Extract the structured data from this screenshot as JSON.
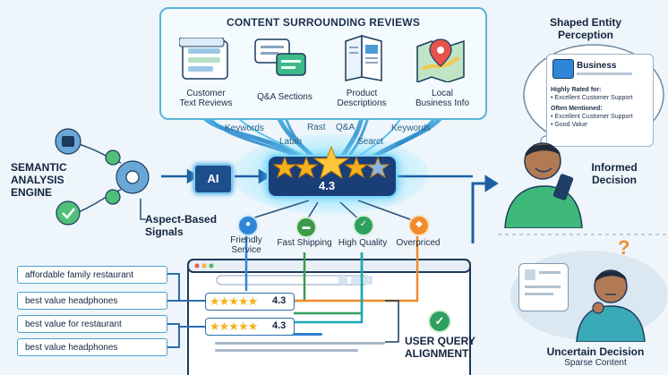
{
  "top": {
    "title": "CONTENT SURROUNDING REVIEWS"
  },
  "sources": [
    {
      "icon": "reviews-doc-icon",
      "label": "Customer\nText Reviews"
    },
    {
      "icon": "chat-bubbles-icon",
      "label": "Q&A Sections"
    },
    {
      "icon": "open-book-icon",
      "label": "Product\nDescriptions"
    },
    {
      "icon": "map-pin-icon",
      "label": "Local\nBusiness Info"
    }
  ],
  "stream_keywords": [
    "Keywords",
    "Latah",
    "Rast",
    "Q&A",
    "Searct",
    "Keywords"
  ],
  "engine": {
    "title": "SEMANTIC\nANALYSIS\nENGINE",
    "ai_label": "AI",
    "aspect_label": "Aspect-Based\nSignals"
  },
  "rating_hub": {
    "score": "4.3"
  },
  "aspects": [
    {
      "label": "Friendly\nService",
      "color": "#2f86d6",
      "icon": "people-icon"
    },
    {
      "label": "Fast Shipping",
      "color": "#3c9a4a",
      "icon": "truck-icon"
    },
    {
      "label": "High Quality",
      "color": "#2fa060",
      "icon": "badge-icon"
    },
    {
      "label": "Overpriced",
      "color": "#f08c2c",
      "icon": "price-tag-icon"
    }
  ],
  "queries": [
    "affordable family restaurant",
    "best value headphones",
    "best value for restaurant",
    "best value headphones"
  ],
  "results": [
    {
      "score": "4.3"
    },
    {
      "score": "4.3"
    }
  ],
  "alignment": {
    "label": "USER QUERY\nALIGNMENT"
  },
  "perception": {
    "title": "Shaped Entity\nPerception",
    "card_title": "Business",
    "highly_rated_header": "Highly Rated for:",
    "highly_rated_item": "• Excellent Customer Support",
    "often_header": "Often Mentioned:",
    "often_items": [
      "• Excellent Customer Support",
      "• Good Value"
    ]
  },
  "informed": {
    "label": "Informed\nDecision"
  },
  "uncertain": {
    "label": "Uncertain Decision",
    "sub": "Sparse Content"
  },
  "colors": {
    "accent": "#2b8ed0",
    "star": "#f6b21b",
    "dark": "#13243f",
    "teal": "#1aa7b8"
  }
}
